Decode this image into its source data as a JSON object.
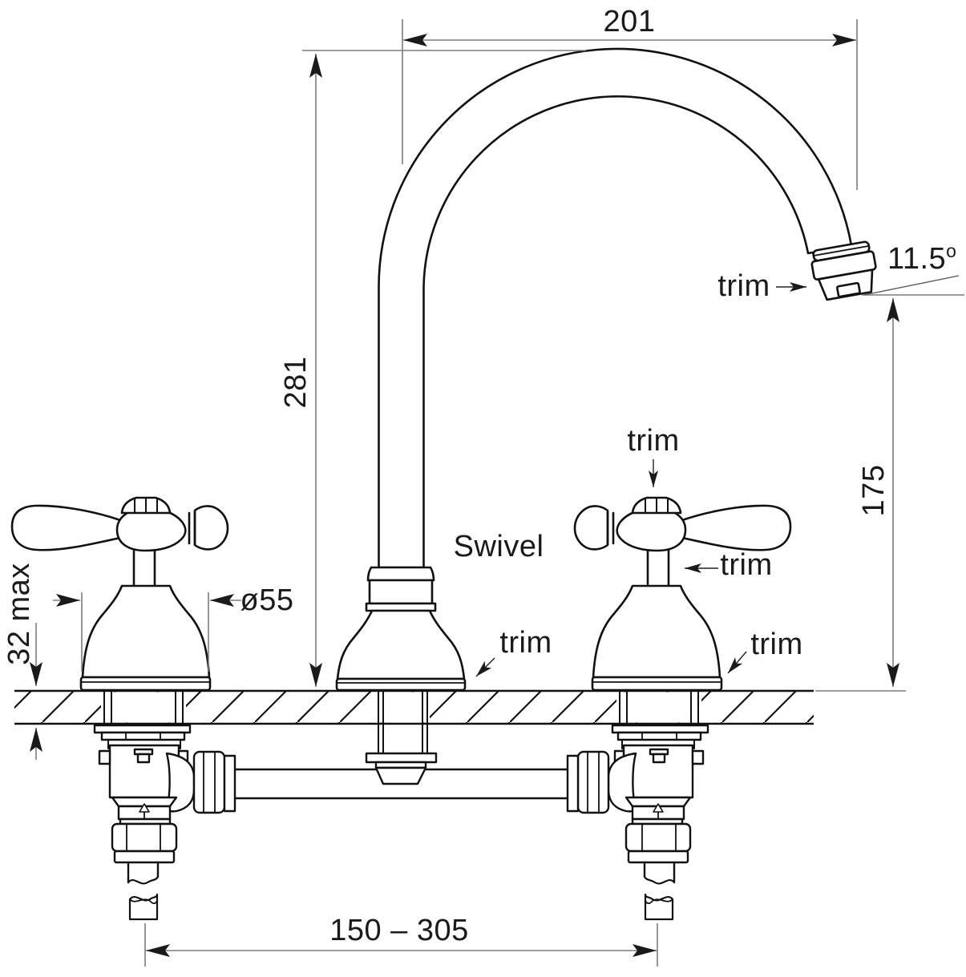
{
  "diagram": {
    "dimensions": {
      "spout_reach": "201",
      "overall_height": "281",
      "outlet_height": "175",
      "deck_thickness": "32 max",
      "body_diameter": "ø55",
      "inlet_centres": "150 – 305",
      "outlet_angle": "11.5",
      "outlet_angle_unit": "o"
    },
    "labels": {
      "swivel": "Swivel",
      "trim": "trim"
    },
    "colors": {
      "line": "#1a1a1a",
      "dimension_line": "#7d7d7d",
      "background": "#ffffff"
    }
  }
}
